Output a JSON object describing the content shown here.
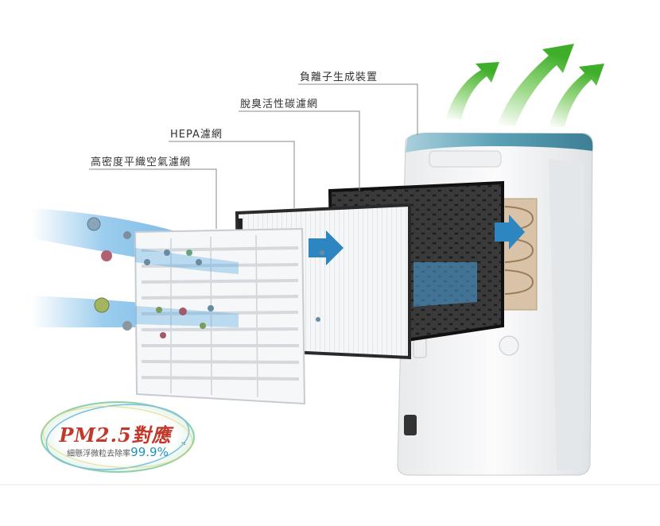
{
  "callouts": {
    "ion_generator": "負離子生成裝置",
    "carbon_filter": "脫臭活性碳濾網",
    "hepa_filter": "HEPA濾網",
    "mesh_filter": "高密度平織空氣濾網"
  },
  "badge": {
    "title": "PM2.5對應",
    "subtitle_label": "細懸浮微粒去除率",
    "subtitle_value": "99.9%",
    "note": "*1"
  },
  "colors": {
    "airflow_blue": "#4aa3df",
    "arrow_green": "#5cbf3a",
    "badge_red": "#c0392b",
    "badge_blue": "#1e90c0",
    "top_teal": "#5aa0b5",
    "leader_line": "#888888"
  }
}
